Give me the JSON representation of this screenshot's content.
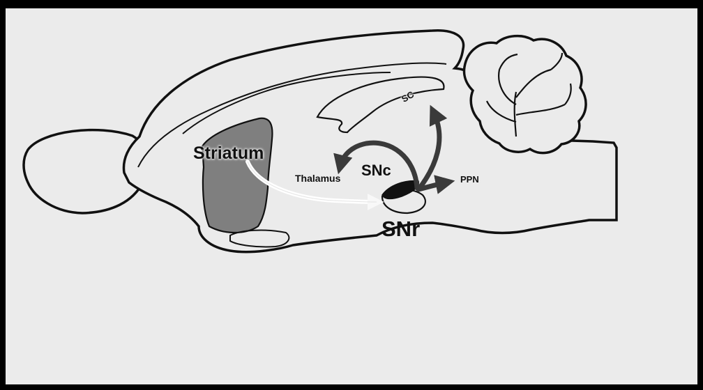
{
  "labels": {
    "striatum": "Striatum",
    "thalamus": "Thalamus",
    "snc": "SNc",
    "snr": "SNr",
    "ppn": "PPN",
    "sc": "SC"
  },
  "colors": {
    "background": "#ebebeb",
    "frame": "#000000",
    "outline": "#111111",
    "striatum_fill": "#7f7f7f",
    "output_arrows": "#3a3a3a",
    "striatal_projection": "#ffffff"
  }
}
